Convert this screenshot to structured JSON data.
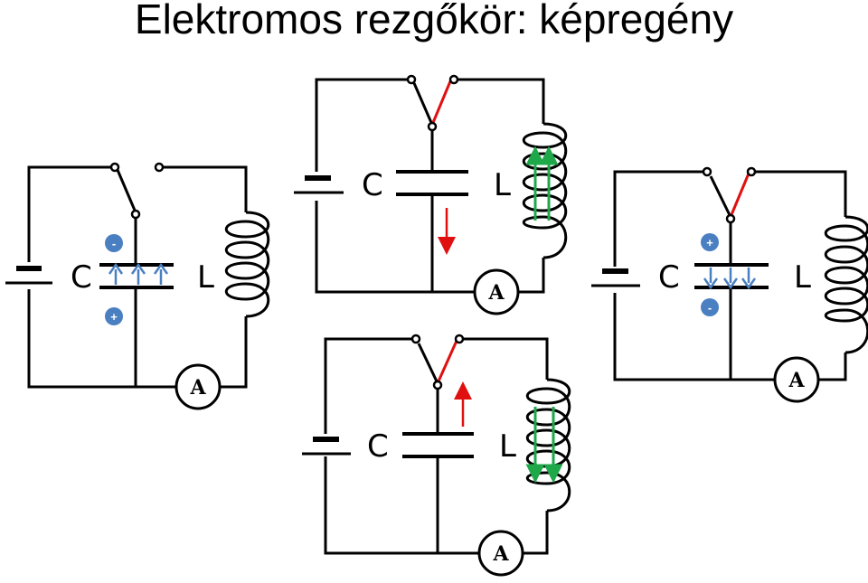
{
  "title": "Elektromos rezgőkör: képregény",
  "colors": {
    "wire": "#000000",
    "switch_active": "#e01010",
    "current_arrow": "#e01010",
    "field_arrow": "#4a7fc1",
    "coil_arrow": "#1fa84a",
    "charge_fill": "#4a7fc1"
  },
  "panels": [
    {
      "capacitor_label": "C",
      "inductor_label": "L",
      "ammeter_label": "A",
      "top_charge": "-",
      "bottom_charge": "+"
    },
    {
      "capacitor_label": "C",
      "inductor_label": "L",
      "ammeter_label": "A"
    },
    {
      "capacitor_label": "C",
      "inductor_label": "L",
      "ammeter_label": "A",
      "top_charge": "+",
      "bottom_charge": "-"
    },
    {
      "capacitor_label": "C",
      "inductor_label": "L",
      "ammeter_label": "A"
    }
  ]
}
